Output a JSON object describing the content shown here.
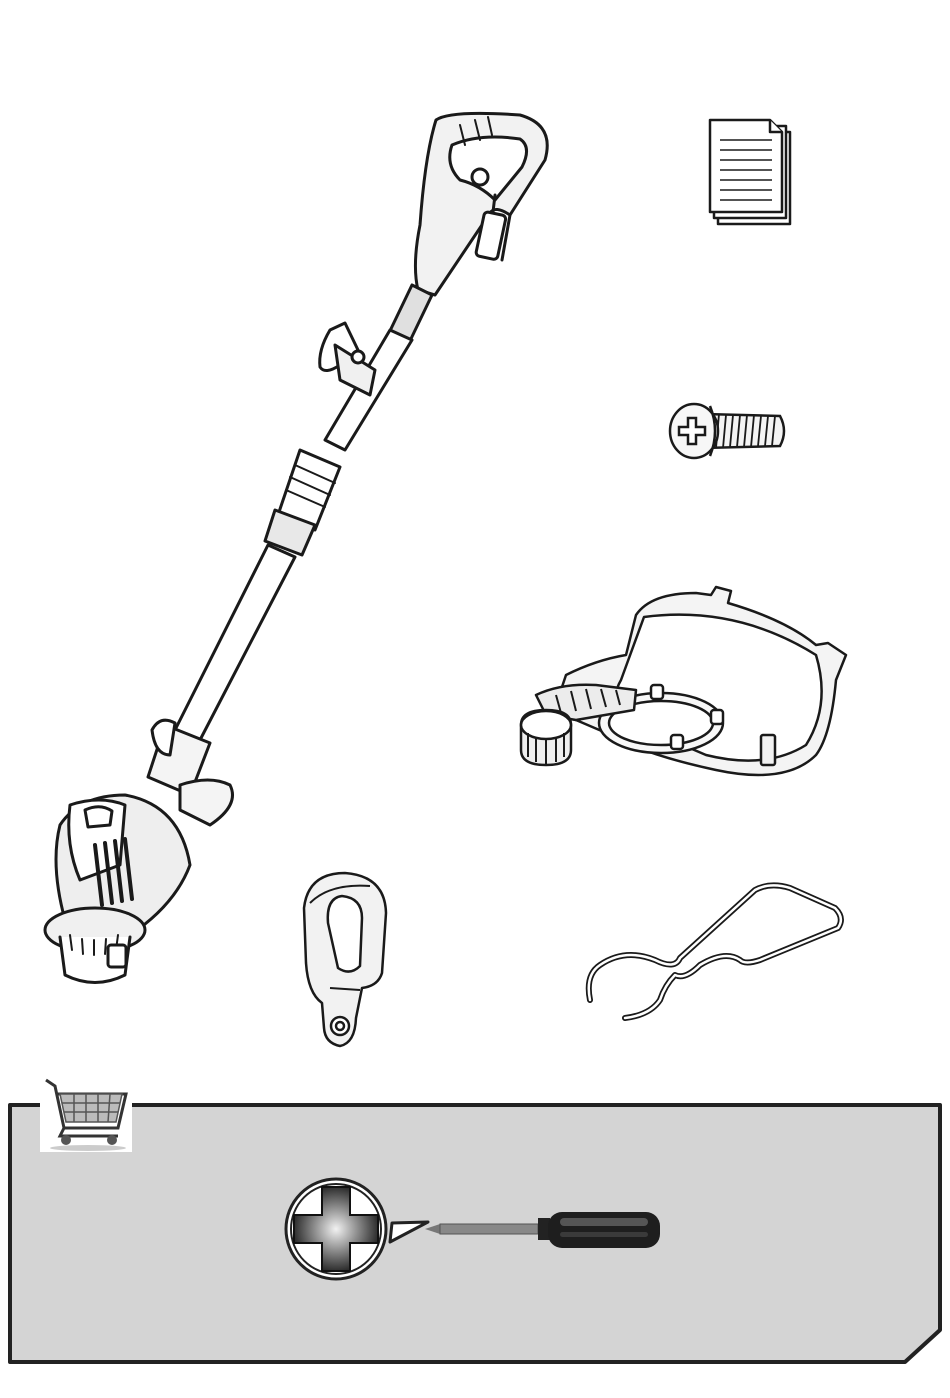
{
  "figure": {
    "components": [
      {
        "id": "grass-trimmer",
        "icon": "grass-trimmer-icon"
      },
      {
        "id": "instruction-manual",
        "icon": "document-icon"
      },
      {
        "id": "screw",
        "icon": "phillips-screw-icon"
      },
      {
        "id": "guard",
        "icon": "trimmer-guard-icon"
      },
      {
        "id": "auxiliary-handle",
        "icon": "auxiliary-handle-icon"
      },
      {
        "id": "edge-guide",
        "icon": "wire-edge-guide-icon"
      }
    ],
    "tools_required": {
      "icons": [
        "shopping-cart-icon",
        "phillips-head-icon",
        "screwdriver-icon"
      ],
      "colors": {
        "panel_fill": "#d4d4d4",
        "panel_border": "#222222"
      }
    }
  }
}
